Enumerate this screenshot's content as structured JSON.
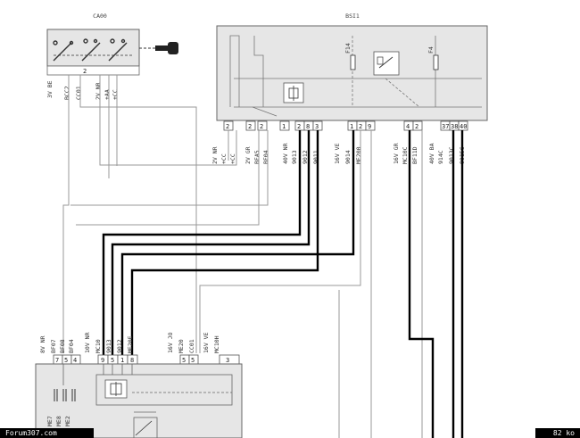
{
  "components": {
    "ca00": {
      "code": "CA00"
    },
    "bsi1": {
      "code": "BSI1"
    }
  },
  "ca00_wires": [
    {
      "pin": "",
      "text": "3V BE"
    },
    {
      "pin": "2",
      "text": "BCC2"
    },
    {
      "pin": "",
      "text": "CC01"
    },
    {
      "pin": "",
      "text": "2V NR"
    },
    {
      "pin": "",
      "text": "+AA"
    },
    {
      "pin": "",
      "text": "+CC"
    }
  ],
  "bsi_fuses": [
    "F14",
    "F4"
  ],
  "bsi_wires": {
    "group1": {
      "header": "2V NR",
      "lines": [
        "+CC",
        "+CC"
      ]
    },
    "group2": {
      "header": "2V GR",
      "lines": [
        "BFA5",
        "BF04"
      ]
    },
    "group3": {
      "header": "40V NR",
      "lines": [
        "9013",
        "9012",
        "9011"
      ]
    },
    "group4": {
      "header": "16V VE",
      "lines": [
        "9014",
        "ME200"
      ]
    },
    "group5": {
      "header": "16V GR",
      "lines": [
        "MC10C",
        "BF11D"
      ]
    },
    "group6": {
      "header": "40V BA",
      "lines": [
        "914C",
        "9013C",
        "9015C"
      ]
    }
  },
  "bsi_pins": [
    "2",
    "2",
    "2",
    "1",
    "2",
    "8",
    "3",
    "1",
    "2",
    "9",
    "4",
    "2",
    "37",
    "38",
    "40"
  ],
  "lower_left": {
    "header": "8V NR",
    "wires": [
      "BF07",
      "BF08",
      "BF04"
    ],
    "pins": [
      "7",
      "5",
      "4"
    ],
    "inner_labels": [
      "ME7",
      "ME8",
      "ME2"
    ]
  },
  "lower_mid": {
    "header": "10V NR",
    "wires": [
      "MC10",
      "9013",
      "9012",
      "ME20E"
    ],
    "pins": [
      "9",
      "5",
      "1",
      "8"
    ]
  },
  "lower_right": {
    "header1": "16V JO",
    "header2": "16V VE",
    "wires1": [
      "ME20",
      "CC01"
    ],
    "wires2": [
      "MC10H"
    ],
    "pins": [
      "5",
      "5",
      "3"
    ]
  },
  "footer": {
    "left": "Forum307.com",
    "right": "82 ko"
  }
}
